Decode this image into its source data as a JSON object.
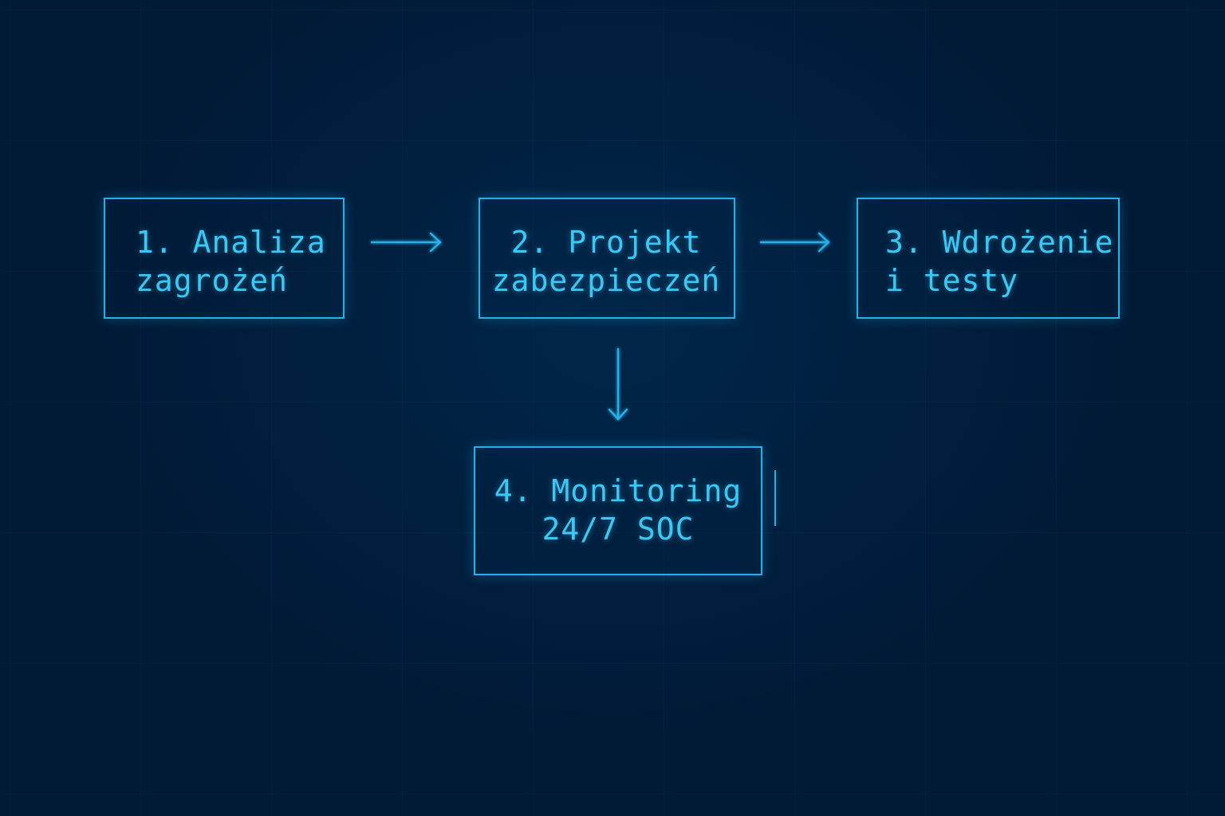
{
  "diagram": {
    "nodes": [
      {
        "id": "1",
        "lines": [
          "1. Analiza",
          "zagrożeń"
        ]
      },
      {
        "id": "2",
        "lines": [
          "2. Projekt",
          "zabezpieczeń"
        ]
      },
      {
        "id": "3",
        "lines": [
          "3. Wdrożenie",
          "i testy"
        ]
      },
      {
        "id": "4",
        "lines": [
          "4. Monitoring",
          "24/7 SOC"
        ]
      }
    ],
    "edges": [
      {
        "from": "1",
        "to": "2",
        "direction": "right"
      },
      {
        "from": "2",
        "to": "3",
        "direction": "right"
      },
      {
        "from": "2",
        "to": "4",
        "direction": "down"
      }
    ],
    "colors": {
      "background": "#011a36",
      "accent": "#29aee6",
      "text": "#3cc8f5"
    }
  }
}
